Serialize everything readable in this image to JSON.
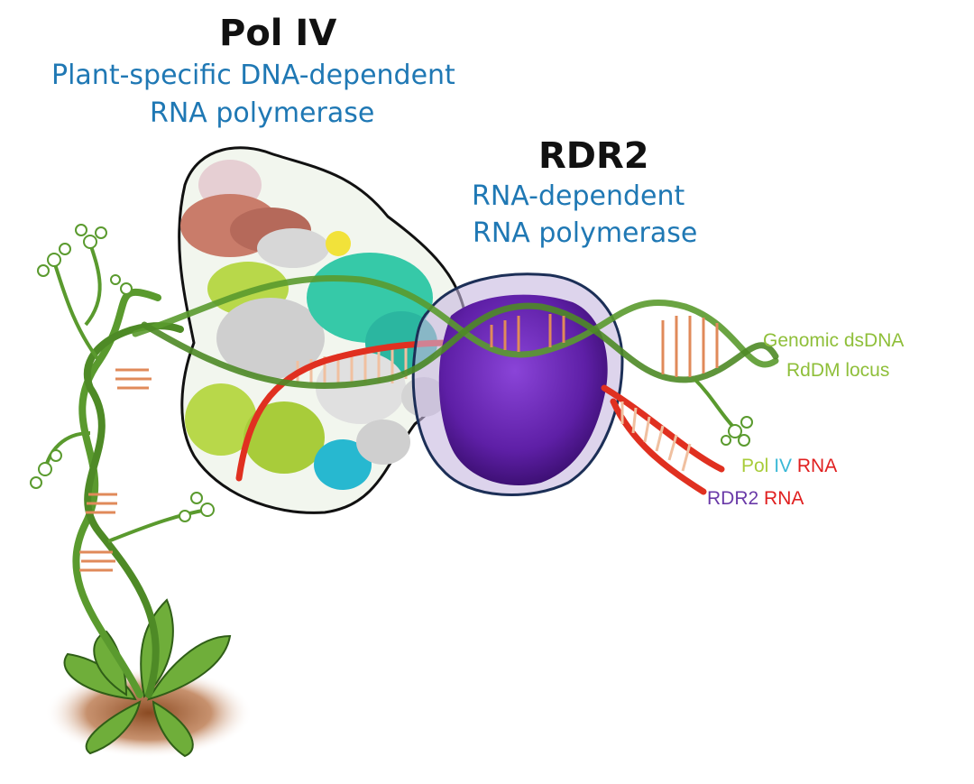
{
  "pol4": {
    "title": "Pol IV",
    "subtitle_line1": "Plant-specific DNA-dependent",
    "subtitle_line2": "RNA polymerase"
  },
  "rdr2": {
    "title": "RDR2",
    "subtitle_line1": "RNA-dependent",
    "subtitle_line2": "RNA polymerase"
  },
  "labels": {
    "genomic_line1": "Genomic dsDNA",
    "genomic_line2": "RdDM locus",
    "pol4_rna_part1": "Pol",
    "pol4_rna_part2": "IV",
    "pol4_rna_part3": "RNA",
    "rdr2_rna_part1": "RDR2",
    "rdr2_rna_part2": "RNA"
  },
  "colors": {
    "title": "#111111",
    "subtitle": "#1f78b4",
    "dna_green": "#5a9a2e",
    "rna_red": "#e03020",
    "rdr2_purple": "#6b2bb8",
    "pol4_outline": "#111111",
    "rdr2_outline": "#1c2f57",
    "label_green": "#8fbf3a",
    "label_cyan": "#39b8d6",
    "label_red": "#e02020",
    "label_purple": "#6a3aa8",
    "soil": "#b9764a"
  }
}
